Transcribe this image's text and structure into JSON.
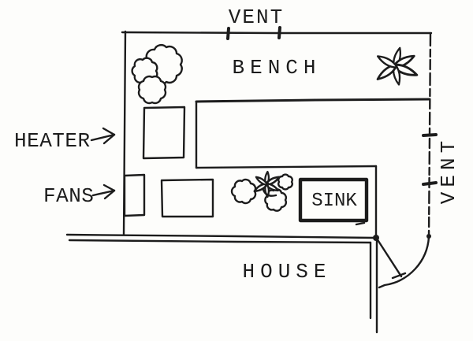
{
  "colors": {
    "ink": "#1c1c1c",
    "paper": "#fdfdfb"
  },
  "labels": {
    "vent_top": "VENT",
    "vent_right": "VENT",
    "bench": "BENCH",
    "heater": "HEATER",
    "fans": "FANS",
    "sink": "SINK",
    "house": "HOUSE"
  }
}
